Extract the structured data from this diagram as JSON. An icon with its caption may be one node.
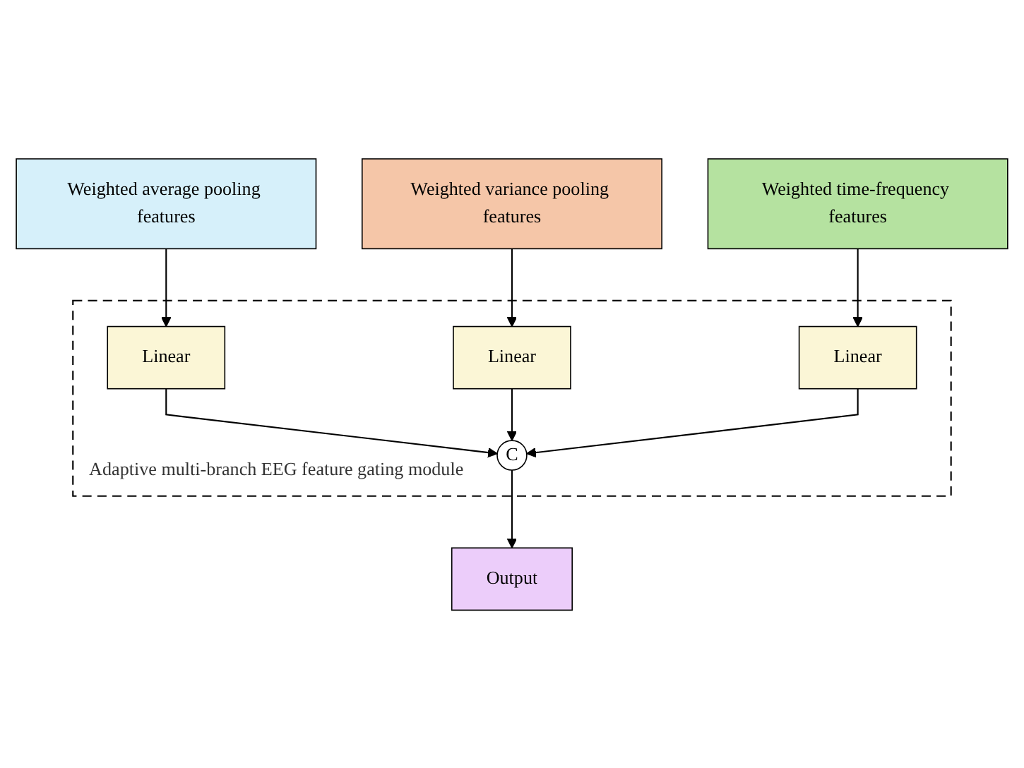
{
  "diagram": {
    "nodes": [
      {
        "text": [
          "Weighted average pooling features"
        ]
      },
      {
        "text": [
          "Weighted variance pooling features"
        ]
      },
      {
        "text": [
          "Weighted time-frequency features"
        ]
      },
      {
        "text": [
          "Adaptive multi-branch EEG feature gating module"
        ]
      },
      {
        "text": [
          "Linear"
        ],
        "in": 3
      },
      {
        "text": [
          "Linear"
        ],
        "in": 3
      },
      {
        "text": [
          "Linear"
        ],
        "in": 3
      },
      {
        "text": [
          "C"
        ],
        "in": 3
      },
      {
        "text": [
          "Output"
        ]
      }
    ],
    "edges": [
      {
        "from": 0,
        "to": 4,
        "arrow": "to"
      },
      {
        "from": 1,
        "to": 5,
        "arrow": "to"
      },
      {
        "from": 2,
        "to": 6,
        "arrow": "to"
      },
      {
        "from": 4,
        "to": 7,
        "arrow": "to"
      },
      {
        "from": 5,
        "to": 7,
        "arrow": "to"
      },
      {
        "from": 6,
        "to": 7,
        "arrow": "to"
      },
      {
        "from": 7,
        "to": 8,
        "arrow": "to"
      }
    ]
  }
}
